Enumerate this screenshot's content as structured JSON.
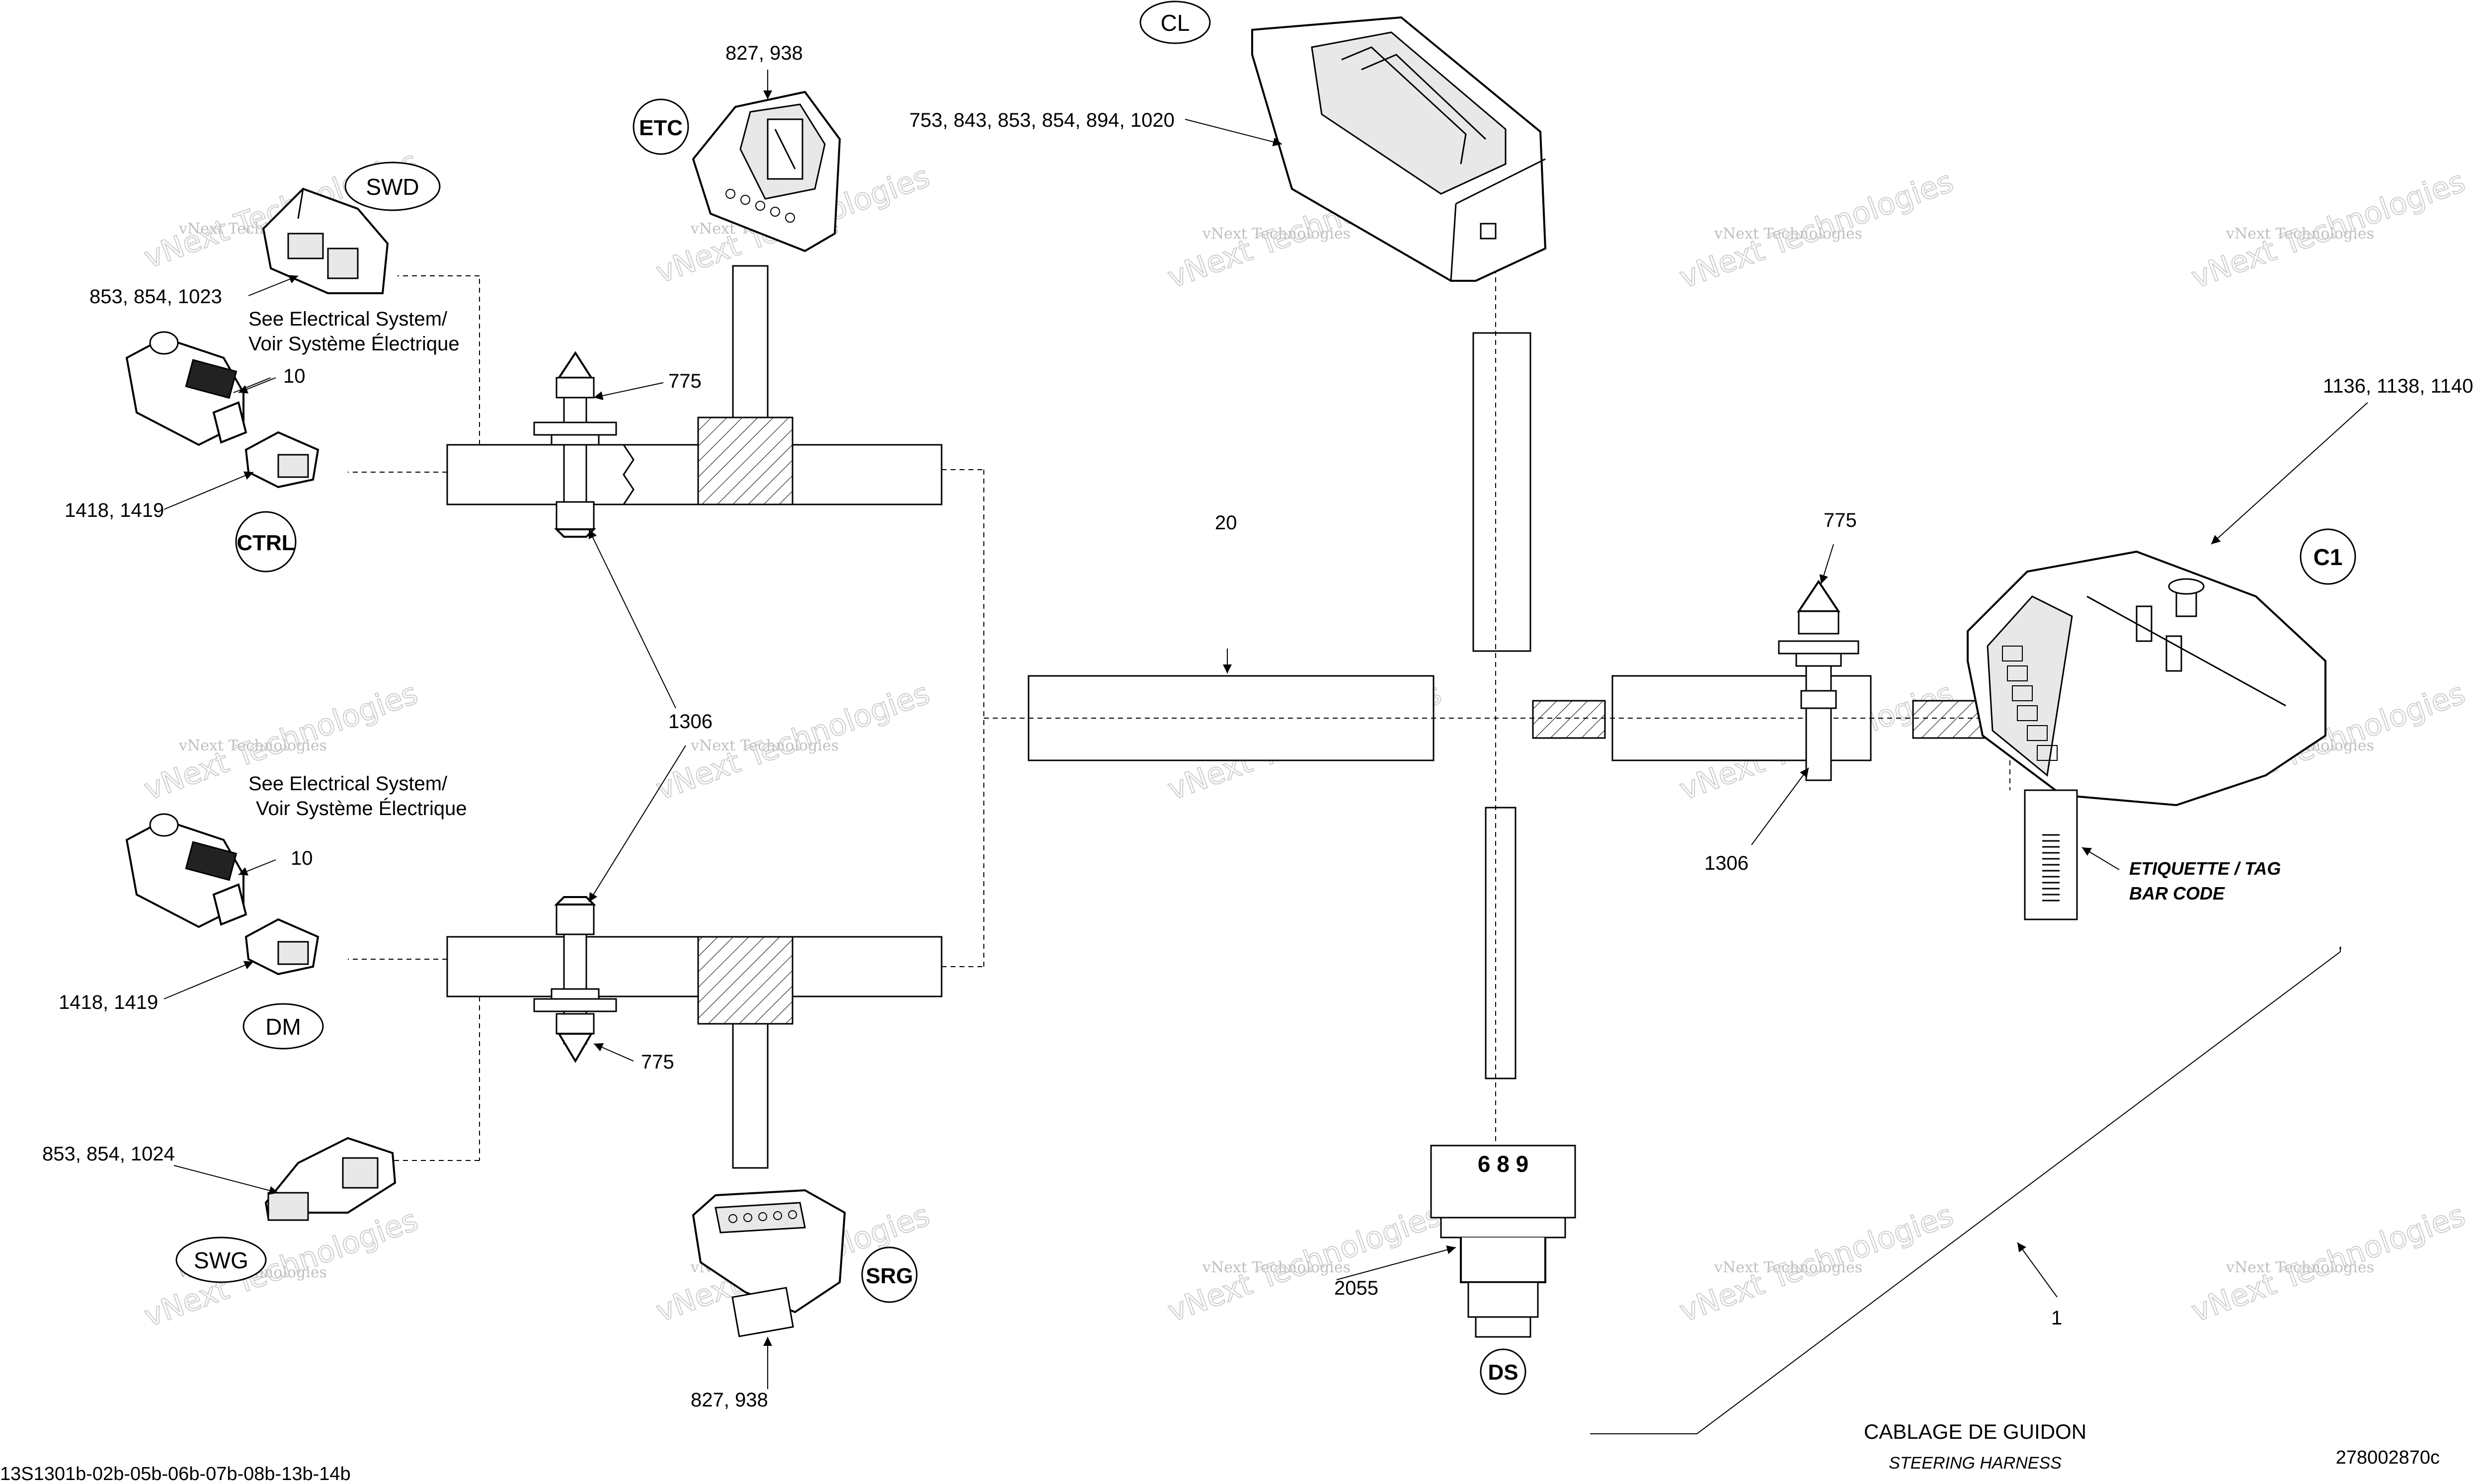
{
  "callouts": {
    "c827_top": "827, 938",
    "c827_bottom": "827, 938",
    "c753": "753, 843, 853, 854, 894, 1020",
    "c853_1023": "853, 854, 1023",
    "c853_1024": "853, 854, 1024",
    "see_elec_1_a": "See Electrical System/",
    "see_elec_1_b": "Voir Système Électrique",
    "see_elec_2_a": "See Electrical System/",
    "see_elec_2_b": "Voir Système Électrique",
    "c10_top": "10",
    "c10_bottom": "10",
    "c1418_top": "1418, 1419",
    "c1418_bottom": "1418, 1419",
    "c775_left_top": "775",
    "c775_left_bottom": "775",
    "c775_right": "775",
    "c1306_left": "1306",
    "c1306_right": "1306",
    "c20": "20",
    "c1136": "1136, 1138, 1140",
    "c2055": "2055",
    "c1": "1",
    "c689": "6 8 9"
  },
  "connectors": {
    "cl": "CL",
    "etc": "ETC",
    "swd": "SWD",
    "ctrl": "CTRL",
    "dm": "DM",
    "swg": "SWG",
    "srg": "SRG",
    "ds": "DS",
    "c1": "C1"
  },
  "label_tag": {
    "line1": "ETIQUETTE / TAG",
    "line2": "BAR CODE"
  },
  "title": {
    "french": "CABLAGE DE GUIDON",
    "english": "STEERING HARNESS"
  },
  "footer": {
    "left_code": "13S1301b-02b-05b-06b-07b-08b-13b-14b",
    "right_code": "278002870c"
  },
  "watermark": {
    "line1": "vNext Technologies",
    "line2": "vNext Technologies"
  }
}
